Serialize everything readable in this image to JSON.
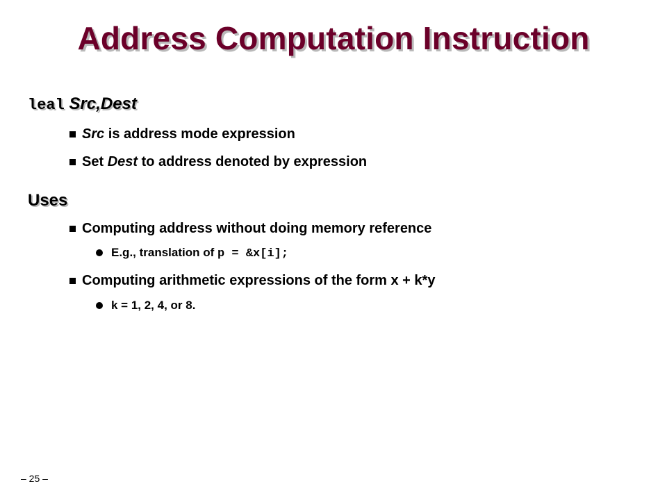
{
  "title": "Address Computation Instruction",
  "leal_section": {
    "instruction_mnemonic": "leal",
    "operand_src": "Src",
    "operand_sep": ",",
    "operand_dest": "Dest",
    "bullets": [
      {
        "italic": "Src",
        "rest": " is address mode expression"
      },
      {
        "pre": "Set ",
        "italic": "Dest",
        "rest": " to address denoted by expression"
      }
    ]
  },
  "uses_section": {
    "heading": "Uses",
    "items": [
      {
        "text": "Computing address without doing memory reference",
        "sub_prefix": "E.g., translation of ",
        "sub_code": "p = &x[i];"
      },
      {
        "text": "Computing arithmetic expressions of the form x + k*y",
        "sub_text": "k = 1, 2, 4, or 8."
      }
    ]
  },
  "page_number": "– 25 –"
}
